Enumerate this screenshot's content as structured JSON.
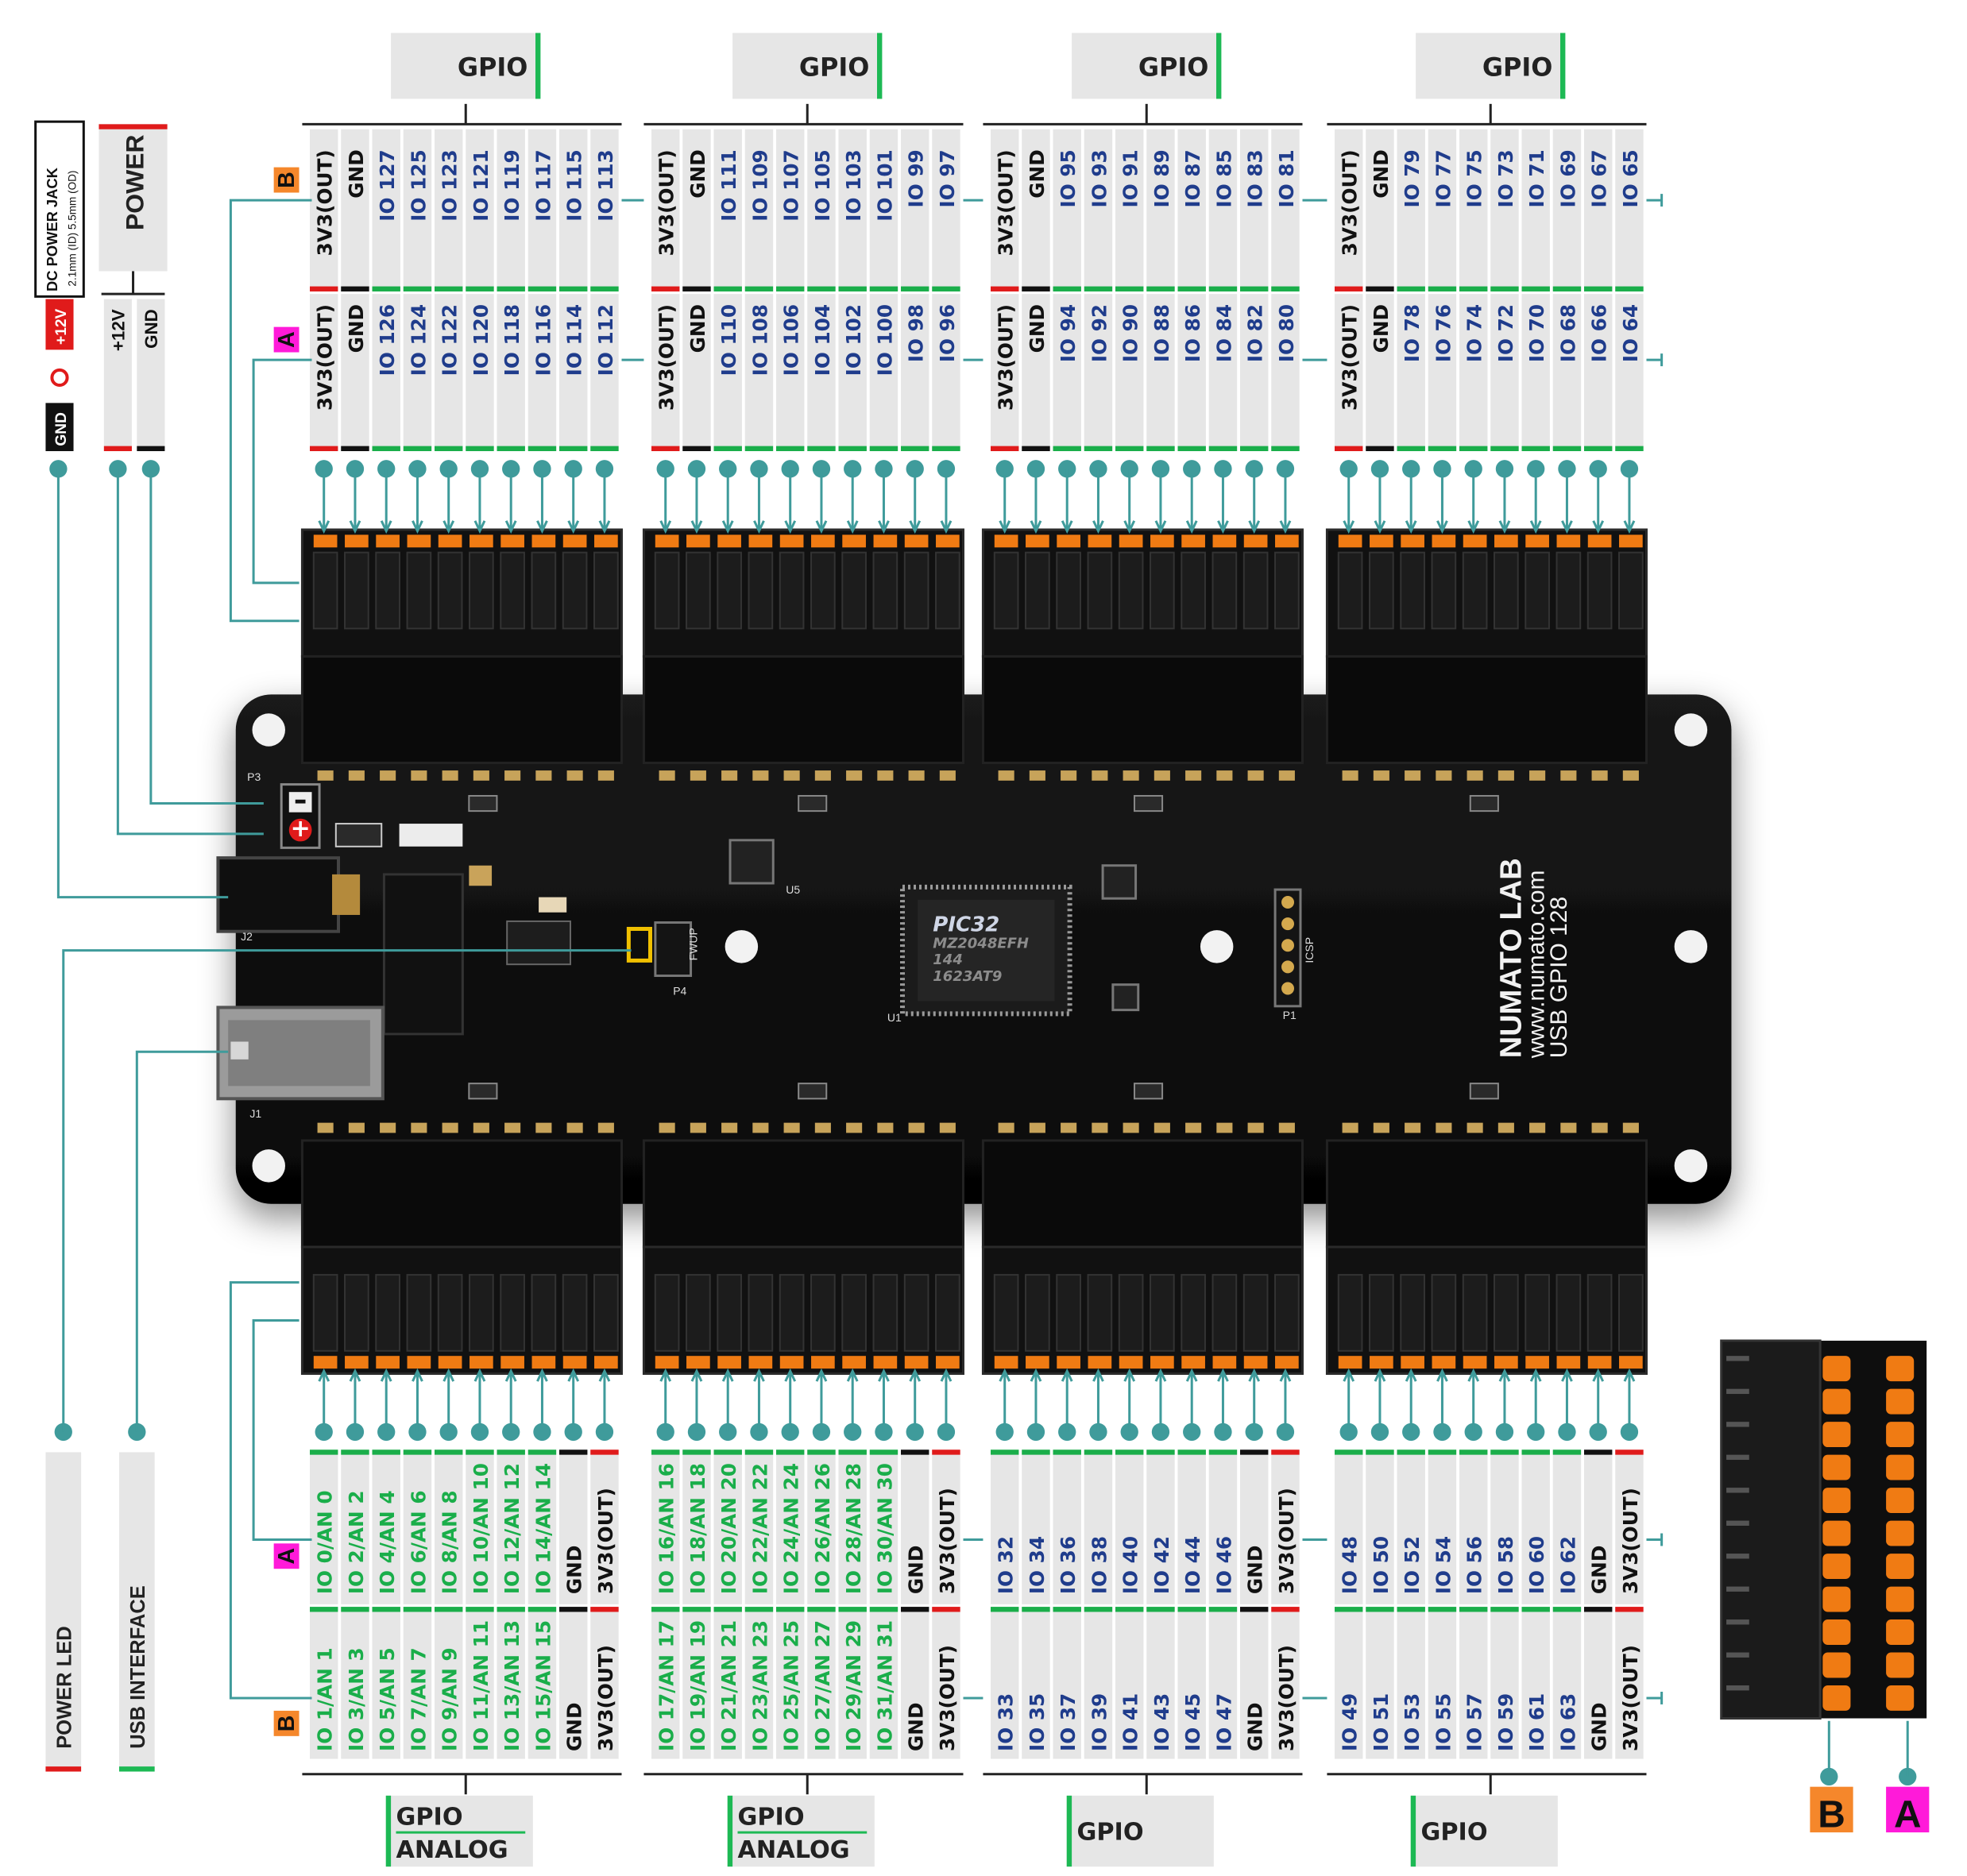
{
  "colors": {
    "pin_blue": "#1f3c8c",
    "pin_green": "#1aae4a",
    "pin_black": "#111111",
    "accent_green": "#1db954",
    "power_red": "#e01b1b",
    "label_a": "#ff1ad9",
    "label_b": "#f5872b",
    "connector_teal": "#3f9b9b",
    "board": "#0b0b0b",
    "terminal_orange": "#f07b13",
    "label_bg": "#e6e6e6"
  },
  "headers": {
    "gpio": "GPIO",
    "analog": "ANALOG",
    "a": "A",
    "b": "B"
  },
  "power": {
    "title": "POWER",
    "pins": [
      "+12V",
      "GND"
    ],
    "jack_title": "DC POWER JACK",
    "jack_spec": "2.1mm (ID) 5.5mm (OD)",
    "jack_plus": "+12V",
    "jack_gnd": "GND"
  },
  "left_labels": {
    "power_led": "POWER LED",
    "usb": "USB INTERFACE"
  },
  "board": {
    "brand": "NUMATO LAB",
    "url": "www.numato.com",
    "model": "USB GPIO 128",
    "chip_lines": [
      "PIC32",
      "MZ2048EFH",
      "144",
      "1623AT9"
    ],
    "refs": {
      "p3": "P3",
      "j2": "J2",
      "j1": "J1",
      "u5": "U5",
      "u1": "U1",
      "p4": "P4",
      "p1": "P1",
      "icsp": "ICSP",
      "fwup": "FWUP"
    }
  },
  "top_groups": [
    {
      "b_row": [
        "3V3(OUT)",
        "GND",
        "IO 127",
        "IO 125",
        "IO 123",
        "IO 121",
        "IO 119",
        "IO 117",
        "IO 115",
        "IO 113"
      ],
      "a_row": [
        "3V3(OUT)",
        "GND",
        "IO 126",
        "IO 124",
        "IO 122",
        "IO 120",
        "IO 118",
        "IO 116",
        "IO 114",
        "IO 112"
      ]
    },
    {
      "b_row": [
        "3V3(OUT)",
        "GND",
        "IO 111",
        "IO 109",
        "IO 107",
        "IO 105",
        "IO 103",
        "IO 101",
        "IO 99",
        "IO 97"
      ],
      "a_row": [
        "3V3(OUT)",
        "GND",
        "IO 110",
        "IO 108",
        "IO 106",
        "IO 104",
        "IO 102",
        "IO 100",
        "IO 98",
        "IO 96"
      ]
    },
    {
      "b_row": [
        "3V3(OUT)",
        "GND",
        "IO 95",
        "IO 93",
        "IO 91",
        "IO 89",
        "IO 87",
        "IO 85",
        "IO 83",
        "IO 81"
      ],
      "a_row": [
        "3V3(OUT)",
        "GND",
        "IO 94",
        "IO 92",
        "IO 90",
        "IO 88",
        "IO 86",
        "IO 84",
        "IO 82",
        "IO 80"
      ]
    },
    {
      "b_row": [
        "3V3(OUT)",
        "GND",
        "IO 79",
        "IO 77",
        "IO 75",
        "IO 73",
        "IO 71",
        "IO 69",
        "IO 67",
        "IO 65"
      ],
      "a_row": [
        "3V3(OUT)",
        "GND",
        "IO 78",
        "IO 76",
        "IO 74",
        "IO 72",
        "IO 70",
        "IO 68",
        "IO 66",
        "IO 64"
      ]
    }
  ],
  "bottom_groups": [
    {
      "analog": true,
      "a_row": [
        "IO 0/AN 0",
        "IO 2/AN 2",
        "IO 4/AN 4",
        "IO 6/AN 6",
        "IO 8/AN 8",
        "IO 10/AN 10",
        "IO 12/AN 12",
        "IO 14/AN 14",
        "GND",
        "3V3(OUT)"
      ],
      "b_row": [
        "IO 1/AN 1",
        "IO 3/AN 3",
        "IO 5/AN 5",
        "IO 7/AN 7",
        "IO 9/AN 9",
        "IO 11/AN 11",
        "IO 13/AN 13",
        "IO 15/AN 15",
        "GND",
        "3V3(OUT)"
      ]
    },
    {
      "analog": true,
      "a_row": [
        "IO 16/AN 16",
        "IO 18/AN 18",
        "IO 20/AN 20",
        "IO 22/AN 22",
        "IO 24/AN 24",
        "IO 26/AN 26",
        "IO 28/AN 28",
        "IO 30/AN 30",
        "GND",
        "3V3(OUT)"
      ],
      "b_row": [
        "IO 17/AN 17",
        "IO 19/AN 19",
        "IO 21/AN 21",
        "IO 23/AN 23",
        "IO 25/AN 25",
        "IO 27/AN 27",
        "IO 29/AN 29",
        "IO 31/AN 31",
        "GND",
        "3V3(OUT)"
      ]
    },
    {
      "analog": false,
      "a_row": [
        "IO 32",
        "IO 34",
        "IO 36",
        "IO 38",
        "IO 40",
        "IO 42",
        "IO 44",
        "IO 46",
        "GND",
        "3V3(OUT)"
      ],
      "b_row": [
        "IO 33",
        "IO 35",
        "IO 37",
        "IO 39",
        "IO 41",
        "IO 43",
        "IO 45",
        "IO 47",
        "GND",
        "3V3(OUT)"
      ]
    },
    {
      "analog": false,
      "a_row": [
        "IO 48",
        "IO 50",
        "IO 52",
        "IO 54",
        "IO 56",
        "IO 58",
        "IO 60",
        "IO 62",
        "GND",
        "3V3(OUT)"
      ],
      "b_row": [
        "IO 49",
        "IO 51",
        "IO 53",
        "IO 55",
        "IO 57",
        "IO 59",
        "IO 61",
        "IO 63",
        "GND",
        "3V3(OUT)"
      ]
    }
  ]
}
